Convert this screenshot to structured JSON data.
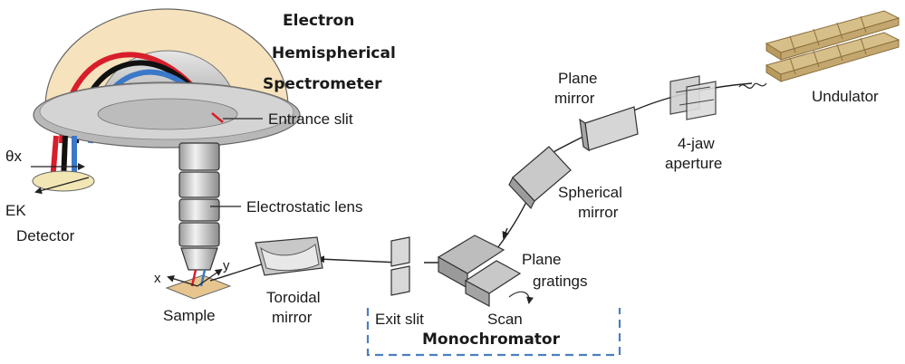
{
  "labels": {
    "spectrometer_line1": "Electron",
    "spectrometer_line2": "Hemispherical",
    "spectrometer_line3": "Spectrometer",
    "entrance_slit": "Entrance slit",
    "theta_x": "θx",
    "e_k": "EK",
    "detector": "Detector",
    "electrostatic_lens": "Electrostatic lens",
    "axis_x": "x",
    "axis_y": "y",
    "sample": "Sample",
    "toroidal_line1": "Toroidal",
    "toroidal_line2": "mirror",
    "exit_slit": "Exit slit",
    "scan": "Scan",
    "monochromator": "Monochromator",
    "plane_gratings_line1": "Plane",
    "plane_gratings_line2": "gratings",
    "spherical_line1": "Spherical",
    "spherical_line2": "mirror",
    "plane_mirror_line1": "Plane",
    "plane_mirror_line2": "mirror",
    "aperture_line1": "4-jaw",
    "aperture_line2": "aperture",
    "undulator": "Undulator"
  },
  "colors": {
    "dome": "#f6e3bd",
    "hemisphere": "#c9c9c9",
    "path_red": "#d81e2a",
    "path_black": "#111111",
    "path_blue": "#3a78c8",
    "mono_box": "#4a7fc0",
    "undulator": "#d7bf8a"
  }
}
